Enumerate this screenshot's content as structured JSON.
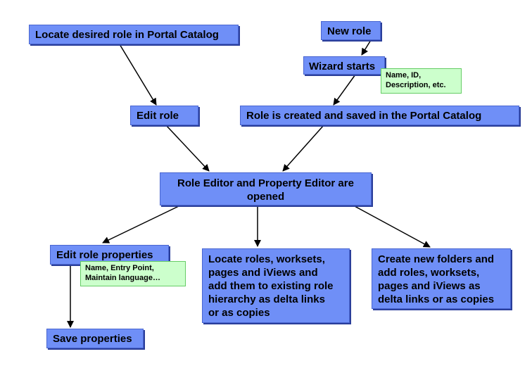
{
  "nodes": {
    "locate_role": "Locate desired role in Portal Catalog",
    "new_role": "New role",
    "wizard_starts": "Wizard starts",
    "wizard_note": [
      "Name, ID,",
      "Description, etc."
    ],
    "edit_role": "Edit role",
    "role_created": "Role is created and saved in the Portal Catalog",
    "role_editor": [
      "Role Editor and Property Editor are",
      "opened"
    ],
    "edit_role_props": "Edit role properties",
    "props_note": [
      "Name, Entry Point,",
      "Maintain language…"
    ],
    "locate_roles": [
      "Locate roles, worksets,",
      "pages and iViews and",
      "add them to existing role",
      "hierarchy as delta links",
      "or as copies"
    ],
    "create_folders": [
      "Create new folders and",
      "add roles, worksets,",
      "pages and iViews as",
      "delta links or as copies"
    ],
    "save_props": "Save properties"
  },
  "colors": {
    "box_fill": "#6f8ff7",
    "note_fill": "#ccffcc",
    "arrow": "#000000"
  }
}
